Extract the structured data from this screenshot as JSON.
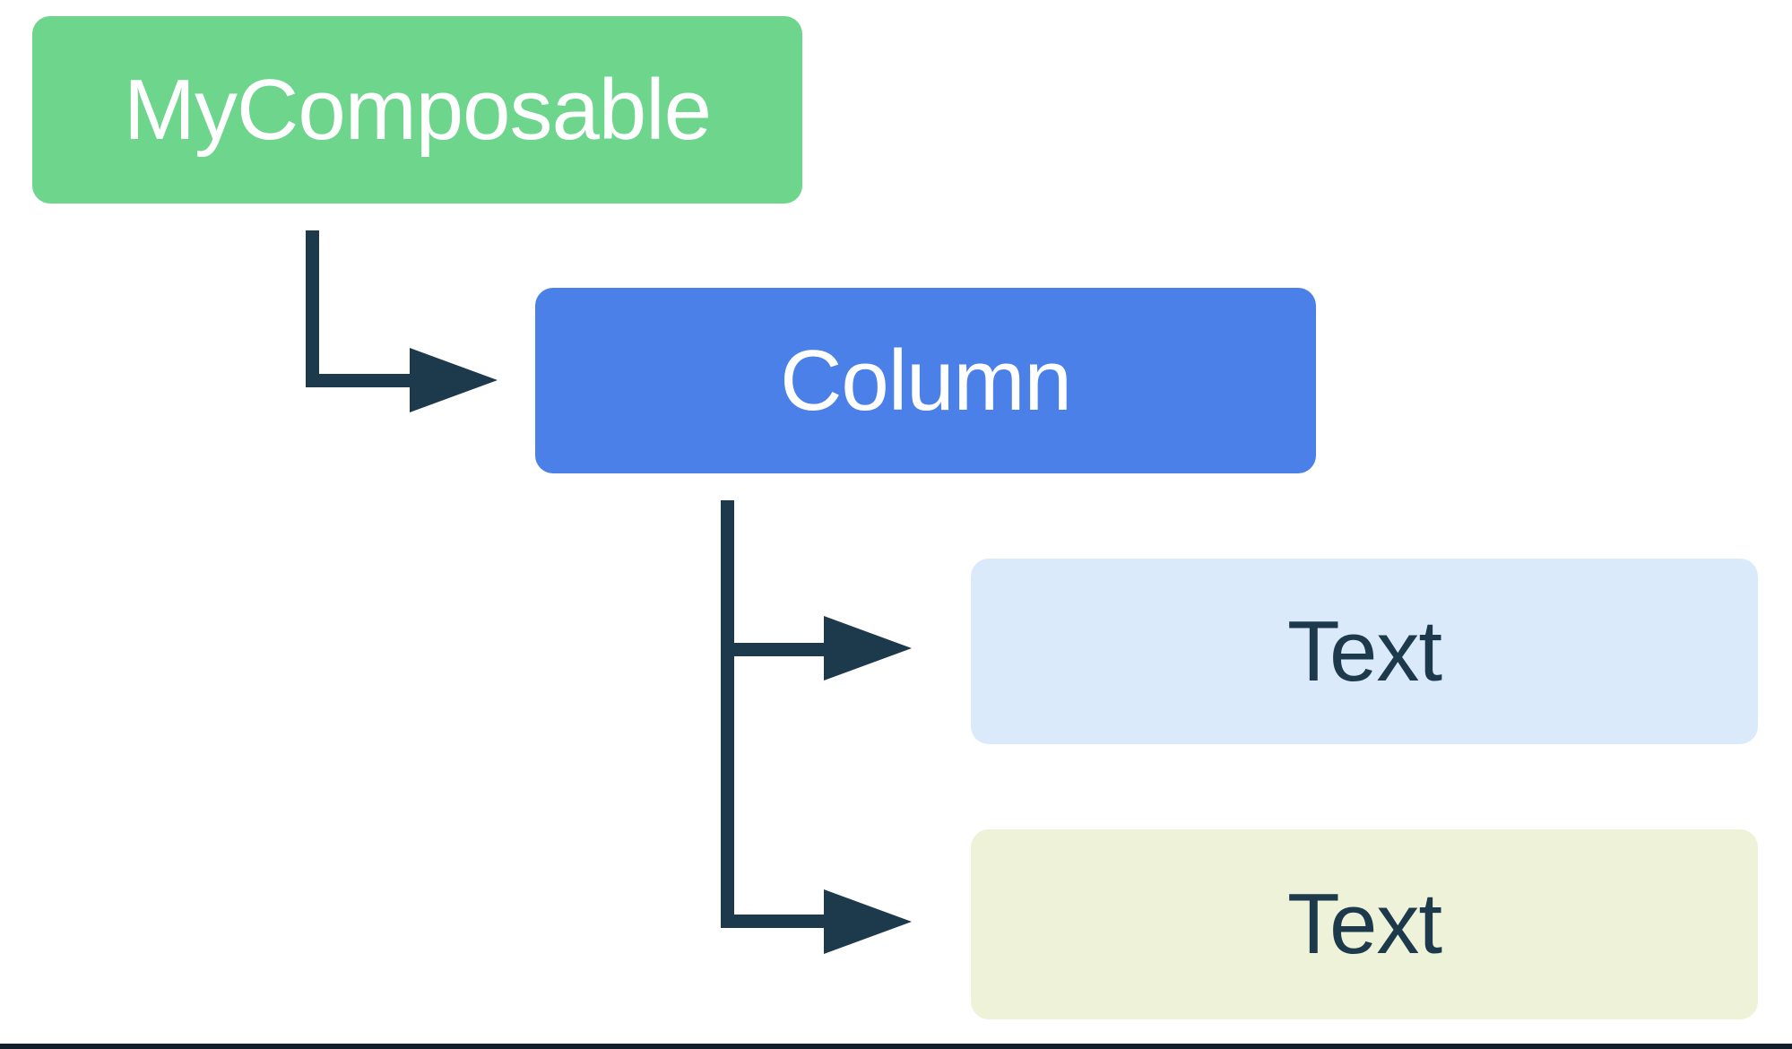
{
  "diagram": {
    "description": "UI hierarchy tree of composables",
    "nodes": [
      {
        "id": "my-composable",
        "label": "MyComposable",
        "colors": {
          "bg": "#6dd58c",
          "text": "#ffffff"
        }
      },
      {
        "id": "column",
        "label": "Column",
        "colors": {
          "bg": "#4a80e8",
          "text": "#ffffff"
        }
      },
      {
        "id": "text-1",
        "label": "Text",
        "colors": {
          "bg": "#dbeafb",
          "text": "#1d394c"
        }
      },
      {
        "id": "text-2",
        "label": "Text",
        "colors": {
          "bg": "#eef2d8",
          "text": "#1d394c"
        }
      }
    ],
    "edges": [
      {
        "from": "my-composable",
        "to": "column"
      },
      {
        "from": "column",
        "to": "text-1"
      },
      {
        "from": "column",
        "to": "text-2"
      }
    ],
    "connector_color": "#1d394c",
    "background_color": "#ffffff",
    "bottom_border_color": "#121f2a"
  }
}
